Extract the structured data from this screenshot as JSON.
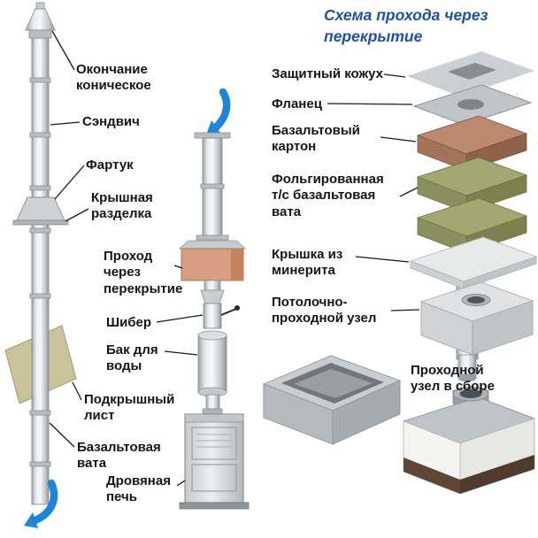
{
  "header": {
    "title": "Схема прохода через\nперекрытие"
  },
  "left_column": {
    "okonchanie": "Окончание\nконическое",
    "sandwich": "Сэндвич",
    "fartuk": "Фартук",
    "kryshnaya_razdelka": "Крышная\nразделка",
    "podkryshny_list": "Подкрышный\nлист",
    "bazaltovaya_vata": "Базальтовая\nвата"
  },
  "middle_column": {
    "prohod": "Проход\nчерез\nперекрытие",
    "shiber": "Шибер",
    "bak": "Бак для\nводы",
    "pech": "Дровяная\nпечь"
  },
  "right_column": {
    "zashchitny_kozhuh": "Защитный кожух",
    "flanec": "Фланец",
    "bazaltovy_karton": "Базальтовый\nкартон",
    "folgirovannaya_vata": "Фольгированная\nт/с базальтовая\nвата",
    "kryshka_iz_minerita": "Крышка из\nминерита",
    "potolochno_prohodnoy_uzel": "Потолочно-\nпроходной узел",
    "prohodnoy_uzel_v_sbore": "Проходной\nузел в сборе"
  },
  "icons": {
    "top_arrow": "curved-arrow-down-icon",
    "bottom_arrow": "curved-arrow-down-icon"
  },
  "colors": {
    "title_blue": "#1f4fa8",
    "arrow_blue": "#1d86d8",
    "terracotta_block": "#d79e7f",
    "khaki_sheet": "#c9c29b",
    "basalt_cardboard_brown": "#bb8a6e",
    "wool_green": "#a3a873",
    "metal_gray": "#c7cbcf",
    "wood_base_brown": "#5e4536"
  }
}
